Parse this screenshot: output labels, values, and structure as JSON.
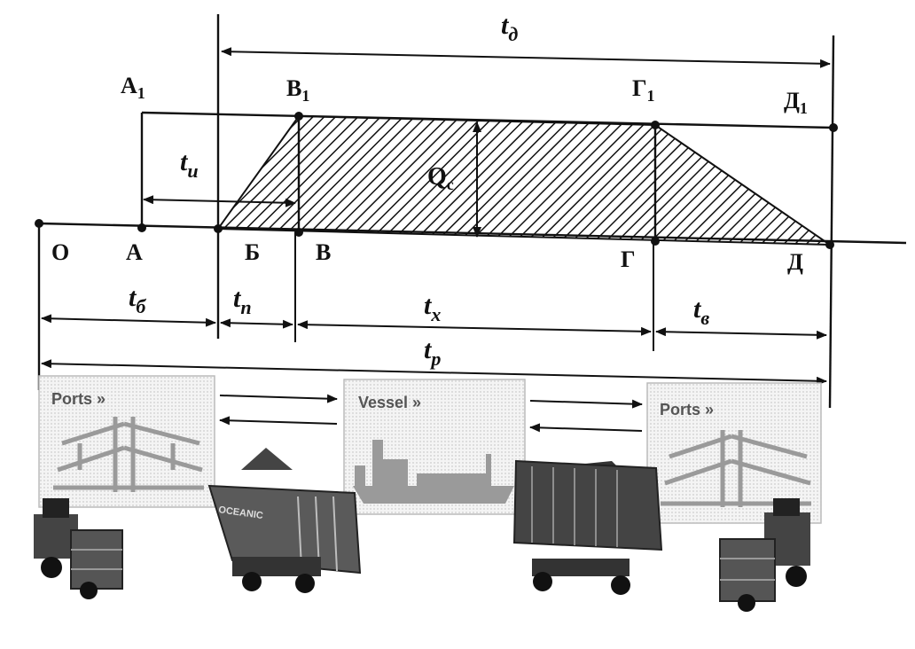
{
  "points": {
    "O": "О",
    "A": "А",
    "B": "Б",
    "V": "В",
    "G": "Г",
    "D": "Д",
    "A1_main": "А",
    "V1_main": "В",
    "G1_main": "Г",
    "D1_main": "Д",
    "sub1": "1"
  },
  "quantity": {
    "main": "Q",
    "sub": "c"
  },
  "times": {
    "td_main": "t",
    "td_sub": "д",
    "tu_main": "t",
    "tu_sub": "и",
    "tb_main": "t",
    "tb_sub": "б",
    "tn_main": "t",
    "tn_sub": "п",
    "tx_main": "t",
    "tx_sub": "x",
    "tv_main": "t",
    "tv_sub": "в",
    "tp_main": "t",
    "tp_sub": "p"
  },
  "panels": {
    "left_port": "Ports  »",
    "vessel": "Vessel  »",
    "right_port": "Ports  »",
    "container_text": "OCEANIC"
  },
  "colors": {
    "ink": "#111111",
    "panel_bg": "#f2f2f2",
    "panel_title": "#555555"
  }
}
